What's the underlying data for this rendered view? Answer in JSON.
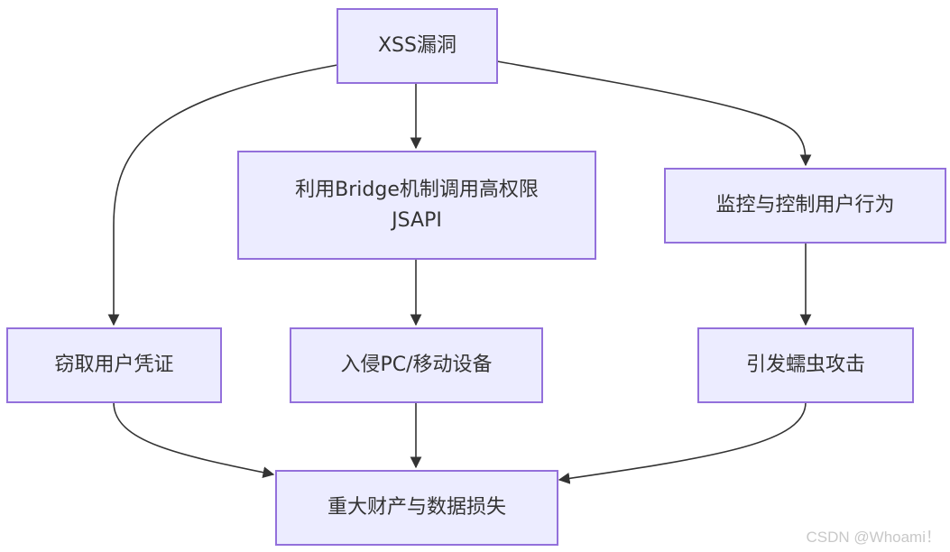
{
  "diagram": {
    "nodes": {
      "xss": "XSS漏洞",
      "bridge": "利用Bridge机制调用高权限\nJSAPI",
      "monitor": "监控与控制用户行为",
      "steal": "窃取用户凭证",
      "invade": "入侵PC/移动设备",
      "worm": "引发蠕虫攻击",
      "loss": "重大财产与数据损失"
    },
    "edges": [
      {
        "from": "xss",
        "to": "steal"
      },
      {
        "from": "xss",
        "to": "bridge"
      },
      {
        "from": "xss",
        "to": "monitor"
      },
      {
        "from": "bridge",
        "to": "invade"
      },
      {
        "from": "monitor",
        "to": "worm"
      },
      {
        "from": "steal",
        "to": "loss"
      },
      {
        "from": "invade",
        "to": "loss"
      },
      {
        "from": "worm",
        "to": "loss"
      }
    ],
    "colors": {
      "node_fill": "#ececff",
      "node_border": "#9370db",
      "edge": "#333333",
      "text": "#333333"
    }
  },
  "watermark": "CSDN @Whoami！"
}
